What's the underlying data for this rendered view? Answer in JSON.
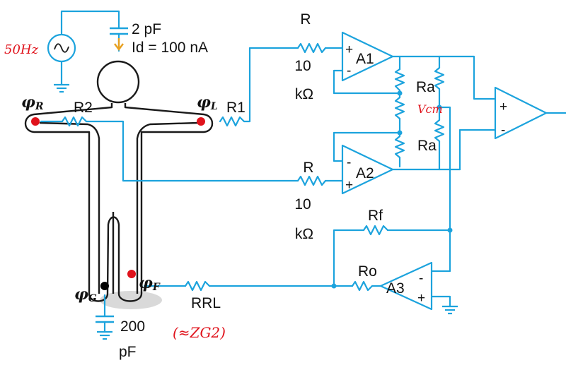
{
  "colors": {
    "wire": "#1ca3dd",
    "body_outline": "#1a1a1a",
    "text": "#111111",
    "electrode": "#e0131c",
    "ground_electrode": "#000000",
    "handwriting": "#e0131c",
    "shadow": "#d9d9d9"
  },
  "source": {
    "capacitor_label": "2 pF",
    "current_label": "Id = 100 nA",
    "icon": "ac-source-icon",
    "handwritten_note": "50Hz"
  },
  "electrodes": {
    "right_arm": {
      "phi": "φ",
      "sub": "R",
      "resistor": "R2"
    },
    "left_arm": {
      "phi": "φ",
      "sub": "L",
      "resistor": "R1"
    },
    "ground_leg": {
      "phi": "φ",
      "sub": "G"
    },
    "foot": {
      "phi": "φ",
      "sub": "F",
      "resistor": "RRL"
    }
  },
  "body_cap": {
    "value": "200",
    "unit": "pF"
  },
  "input_resistors": {
    "top": {
      "name": "R",
      "value": "10",
      "unit": "kΩ"
    },
    "bottom": {
      "name": "R",
      "value": "10",
      "unit": "kΩ"
    }
  },
  "amplifiers": {
    "a1": {
      "name": "A1",
      "plus": "+",
      "minus": "-"
    },
    "a2": {
      "name": "A2",
      "plus": "+",
      "minus": "-"
    },
    "a3": {
      "name": "A3",
      "plus": "+",
      "minus": "-"
    },
    "out": {
      "plus": "+",
      "minus": "-"
    }
  },
  "gain_resistors": {
    "upper": "Ra",
    "lower": "Ra",
    "handwritten_mark": "Vcm"
  },
  "feedback": {
    "rf": "Rf",
    "ro": "Ro"
  },
  "handwritten_rrl_note": "(≈ZG2)"
}
